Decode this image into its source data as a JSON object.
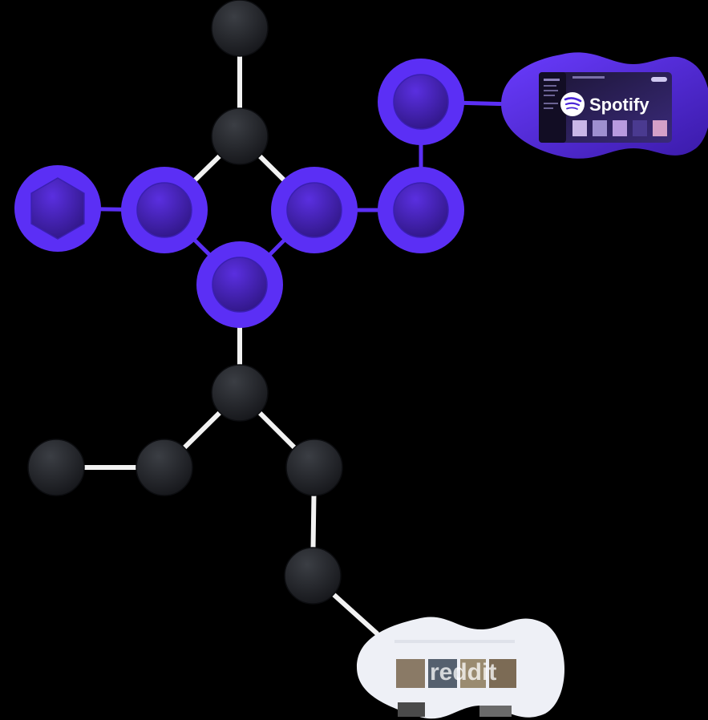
{
  "colors": {
    "background": "#000000",
    "accent": "#5b2ff5",
    "accent_inner_light": "#5a2fe0",
    "accent_inner_dark": "#2d1580",
    "dark_node_light": "#3b3e44",
    "dark_node_dark": "#15161a",
    "edge_light": "#f2f2f2",
    "edge_accent": "#5b2ff5",
    "reddit_card_bg": "#eef0f6"
  },
  "nodes": [
    {
      "id": "top",
      "style": "dark",
      "icon": "circle-icon"
    },
    {
      "id": "hub-upper",
      "style": "dark",
      "icon": "circle-icon"
    },
    {
      "id": "hex",
      "style": "purple",
      "icon": "hexagon-icon"
    },
    {
      "id": "left-mid",
      "style": "purple",
      "icon": "circle-icon"
    },
    {
      "id": "right-mid",
      "style": "purple",
      "icon": "circle-icon"
    },
    {
      "id": "far-right-mid",
      "style": "purple",
      "icon": "circle-icon"
    },
    {
      "id": "far-right-top",
      "style": "purple",
      "icon": "circle-icon"
    },
    {
      "id": "bottom-purple",
      "style": "purple",
      "icon": "circle-icon"
    },
    {
      "id": "hub-lower",
      "style": "dark",
      "icon": "circle-icon"
    },
    {
      "id": "lower-left-far",
      "style": "dark",
      "icon": "circle-icon"
    },
    {
      "id": "lower-left",
      "style": "dark",
      "icon": "circle-icon"
    },
    {
      "id": "lower-right",
      "style": "dark",
      "icon": "circle-icon"
    },
    {
      "id": "lower-bottom",
      "style": "dark",
      "icon": "circle-icon"
    }
  ],
  "edges": [
    {
      "from": "top",
      "to": "hub-upper",
      "style": "light"
    },
    {
      "from": "hub-upper",
      "to": "left-mid",
      "style": "light"
    },
    {
      "from": "hub-upper",
      "to": "right-mid",
      "style": "light"
    },
    {
      "from": "hex",
      "to": "left-mid",
      "style": "accent"
    },
    {
      "from": "left-mid",
      "to": "bottom-purple",
      "style": "accent"
    },
    {
      "from": "right-mid",
      "to": "bottom-purple",
      "style": "accent"
    },
    {
      "from": "right-mid",
      "to": "far-right-mid",
      "style": "accent"
    },
    {
      "from": "far-right-mid",
      "to": "far-right-top",
      "style": "accent"
    },
    {
      "from": "far-right-top",
      "to": "spotify-card",
      "style": "accent"
    },
    {
      "from": "bottom-purple",
      "to": "hub-lower",
      "style": "light"
    },
    {
      "from": "hub-lower",
      "to": "lower-left",
      "style": "light"
    },
    {
      "from": "hub-lower",
      "to": "lower-right",
      "style": "light"
    },
    {
      "from": "lower-left-far",
      "to": "lower-left",
      "style": "light"
    },
    {
      "from": "lower-right",
      "to": "lower-bottom",
      "style": "light"
    },
    {
      "from": "lower-bottom",
      "to": "reddit-card",
      "style": "light"
    }
  ],
  "spotify_card": {
    "brand_text": "Spotify",
    "icon": "spotify-logo-icon"
  },
  "reddit_card": {
    "watermark_text": "reddit",
    "icon": "reddit-preview-icon"
  }
}
